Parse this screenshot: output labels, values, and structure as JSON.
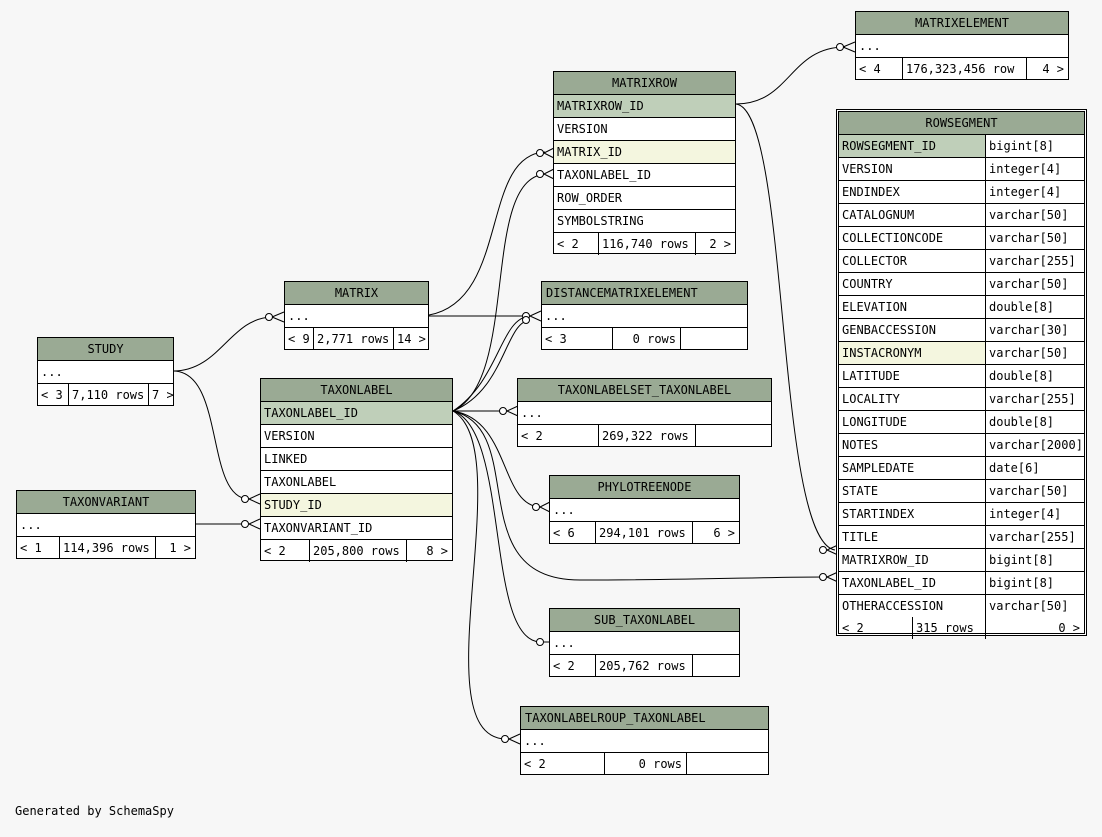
{
  "footer": "Generated by SchemaSpy",
  "colors": {
    "header": "#9aaa94",
    "primary_key": "#bfcfb9",
    "foreign_key": "#f4f6df",
    "background": "#f7f7f7"
  },
  "tables": {
    "matrixelement": {
      "name": "MATRIXELEMENT",
      "ellipsis": "...",
      "footer": [
        "< 4",
        "176,323,456 row",
        "4 >"
      ]
    },
    "matrixrow": {
      "name": "MATRIXROW",
      "columns": [
        "MATRIXROW_ID",
        "VERSION",
        "MATRIX_ID",
        "TAXONLABEL_ID",
        "ROW_ORDER",
        "SYMBOLSTRING"
      ],
      "footer": [
        "< 2",
        "116,740 rows",
        "2 >"
      ]
    },
    "rowsegment": {
      "name": "ROWSEGMENT",
      "columns": [
        {
          "name": "ROWSEGMENT_ID",
          "type": "bigint[8]"
        },
        {
          "name": "VERSION",
          "type": "integer[4]"
        },
        {
          "name": "ENDINDEX",
          "type": "integer[4]"
        },
        {
          "name": "CATALOGNUM",
          "type": "varchar[50]"
        },
        {
          "name": "COLLECTIONCODE",
          "type": "varchar[50]"
        },
        {
          "name": "COLLECTOR",
          "type": "varchar[255]"
        },
        {
          "name": "COUNTRY",
          "type": "varchar[50]"
        },
        {
          "name": "ELEVATION",
          "type": "double[8]"
        },
        {
          "name": "GENBACCESSION",
          "type": "varchar[30]"
        },
        {
          "name": "INSTACRONYM",
          "type": "varchar[50]"
        },
        {
          "name": "LATITUDE",
          "type": "double[8]"
        },
        {
          "name": "LOCALITY",
          "type": "varchar[255]"
        },
        {
          "name": "LONGITUDE",
          "type": "double[8]"
        },
        {
          "name": "NOTES",
          "type": "varchar[2000]"
        },
        {
          "name": "SAMPLEDATE",
          "type": "date[6]"
        },
        {
          "name": "STATE",
          "type": "varchar[50]"
        },
        {
          "name": "STARTINDEX",
          "type": "integer[4]"
        },
        {
          "name": "TITLE",
          "type": "varchar[255]"
        },
        {
          "name": "MATRIXROW_ID",
          "type": "bigint[8]"
        },
        {
          "name": "TAXONLABEL_ID",
          "type": "bigint[8]"
        },
        {
          "name": "OTHERACCESSION",
          "type": "varchar[50]"
        }
      ],
      "footer": [
        "< 2",
        "315 rows",
        "0 >"
      ]
    },
    "matrix": {
      "name": "MATRIX",
      "ellipsis": "...",
      "footer": [
        "< 9",
        "2,771 rows",
        "14 >"
      ]
    },
    "distancematrixelement": {
      "name": "DISTANCEMATRIXELEMENT",
      "ellipsis": "...",
      "footer": [
        "< 3",
        "0 rows",
        ""
      ]
    },
    "study": {
      "name": "STUDY",
      "ellipsis": "...",
      "footer": [
        "< 3",
        "7,110 rows",
        "7 >"
      ]
    },
    "taxonlabel": {
      "name": "TAXONLABEL",
      "columns": [
        "TAXONLABEL_ID",
        "VERSION",
        "LINKED",
        "TAXONLABEL",
        "STUDY_ID",
        "TAXONVARIANT_ID"
      ],
      "footer": [
        "< 2",
        "205,800 rows",
        "8 >"
      ]
    },
    "taxonlabelset_taxonlabel": {
      "name": "TAXONLABELSET_TAXONLABEL",
      "ellipsis": "...",
      "footer": [
        "< 2",
        "269,322 rows",
        ""
      ]
    },
    "taxonvariant": {
      "name": "TAXONVARIANT",
      "ellipsis": "...",
      "footer": [
        "< 1",
        "114,396 rows",
        "1 >"
      ]
    },
    "phylotreenode": {
      "name": "PHYLOTREENODE",
      "ellipsis": "...",
      "footer": [
        "< 6",
        "294,101 rows",
        "6 >"
      ]
    },
    "sub_taxonlabel": {
      "name": "SUB_TAXONLABEL",
      "ellipsis": "...",
      "footer": [
        "< 2",
        "205,762 rows",
        ""
      ]
    },
    "taxonlabelroup_taxonlabel": {
      "name": "TAXONLABELROUP_TAXONLABEL",
      "ellipsis": "...",
      "footer": [
        "< 2",
        "0 rows",
        ""
      ]
    }
  }
}
